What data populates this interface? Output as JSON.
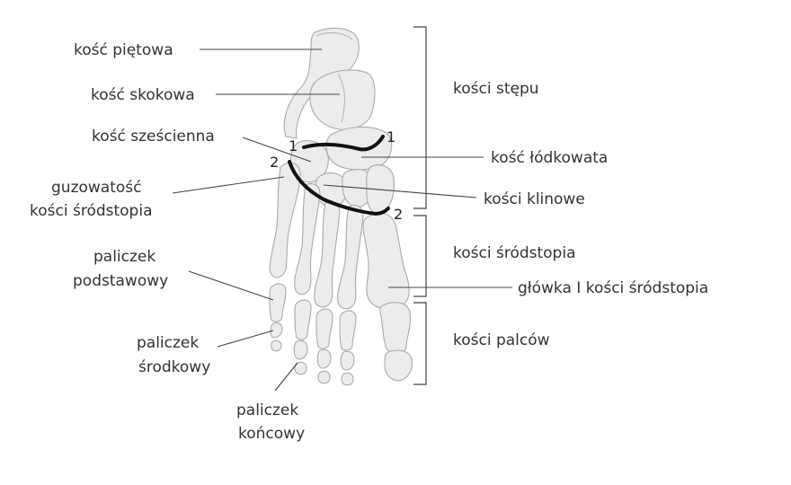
{
  "labels": {
    "kosc_pietowa": "kość piętowa",
    "kosc_skokowa": "kość skokowa",
    "kosc_szescienna": "kość sześcienna",
    "guzowatosc_1": "guzowatość",
    "guzowatosc_2": "kości śródstopia",
    "paliczek_podstawowy_1": "paliczek",
    "paliczek_podstawowy_2": "podstawowy",
    "paliczek_srodkowy_1": "paliczek",
    "paliczek_srodkowy_2": "środkowy",
    "paliczek_koncowy_1": "paliczek",
    "paliczek_koncowy_2": "końcowy",
    "kosci_stepu": "kości stępu",
    "kosc_lodkowata": "kość łódkowata",
    "kosci_klinowe": "kości klinowe",
    "kosci_srodstopia": "kości śródstopia",
    "glowka": "główka I kości śródstopia",
    "kosci_palcow": "kości palców"
  },
  "joint_markers": {
    "line1_left": "1",
    "line1_right": "1",
    "line2_left": "2",
    "line2_right": "2"
  },
  "colors": {
    "bone_fill": "#ececec",
    "bone_outline": "#a9a9a9",
    "joint_line": "#111111",
    "text": "#333333"
  }
}
